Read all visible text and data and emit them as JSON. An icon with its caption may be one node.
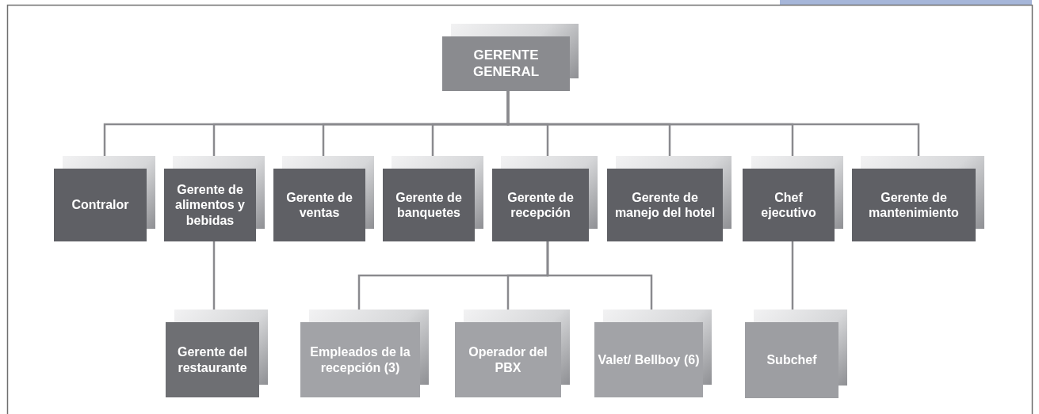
{
  "diagram": {
    "nodes": [
      {
        "text": [
          "GERENTE GENERAL"
        ]
      },
      {
        "text": [
          "Contralor"
        ]
      },
      {
        "text": [
          "Gerente de alimentos y bebidas"
        ]
      },
      {
        "text": [
          "Gerente de ventas"
        ]
      },
      {
        "text": [
          "Gerente de banquetes"
        ]
      },
      {
        "text": [
          "Gerente de recepción"
        ]
      },
      {
        "text": [
          "Gerente de manejo del hotel"
        ]
      },
      {
        "text": [
          "Chef ejecutivo"
        ]
      },
      {
        "text": [
          "Gerente de mantenimiento"
        ]
      },
      {
        "text": [
          "Gerente del restaurante"
        ]
      },
      {
        "text": [
          "Empleados de la recepción (3)"
        ]
      },
      {
        "text": [
          "Operador del PBX"
        ]
      },
      {
        "text": [
          "Valet/ Bellboy (6)"
        ]
      },
      {
        "text": [
          "Subchef"
        ]
      }
    ],
    "edges": [
      {
        "from": 0,
        "to": 1,
        "arrow": "none"
      },
      {
        "from": 0,
        "to": 2,
        "arrow": "none"
      },
      {
        "from": 0,
        "to": 3,
        "arrow": "none"
      },
      {
        "from": 0,
        "to": 4,
        "arrow": "none"
      },
      {
        "from": 0,
        "to": 5,
        "arrow": "none"
      },
      {
        "from": 0,
        "to": 6,
        "arrow": "none"
      },
      {
        "from": 0,
        "to": 7,
        "arrow": "none"
      },
      {
        "from": 0,
        "to": 8,
        "arrow": "none"
      },
      {
        "from": 2,
        "to": 9,
        "arrow": "none"
      },
      {
        "from": 5,
        "to": 10,
        "arrow": "none"
      },
      {
        "from": 5,
        "to": 11,
        "arrow": "none"
      },
      {
        "from": 5,
        "to": 12,
        "arrow": "none"
      },
      {
        "from": 7,
        "to": 13,
        "arrow": "none"
      }
    ]
  }
}
